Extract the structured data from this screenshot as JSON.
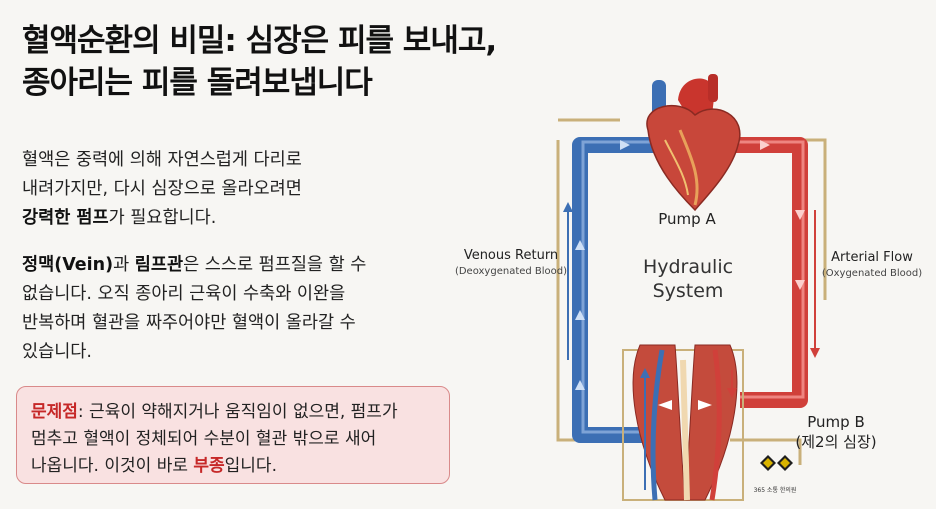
{
  "title": {
    "line1": "혈액순환의 비밀: 심장은 피를 보내고,",
    "line2": "종아리는 피를 돌려보냅니다"
  },
  "intro": {
    "line1": "혈액은 중력에 의해 자연스럽게 다리로",
    "line2": "내려가지만, 다시 심장으로 올라오려면",
    "bold": "강력한 펌프",
    "rest": "가 필요합니다."
  },
  "vein": {
    "bold1": "정맥(Vein)",
    "t1": "과 ",
    "bold2": "림프관",
    "t2": "은 스스로 펌프질을 할 수",
    "line2": "없습니다. 오직 종아리 근육이 수축와 이완을",
    "line3": "반복하며 혈관을 짜주어야만 혈액이 올라갈 수",
    "line4": "있습니다."
  },
  "problem": {
    "label": "문제점",
    "t1": ": 근육이 약해지거나 움직임이 없으면, 펌프가",
    "line2": "멈추고 혈액이 정체되어 수분이 혈관 밖으로 새어",
    "line3a": "나옵니다. 이것이 바로 ",
    "keyword": "부종",
    "line3b": "입니다."
  },
  "diagram": {
    "pump_a": "Pump A",
    "center_line1": "Hydraulic",
    "center_line2": "System",
    "venous": "Venous Return",
    "venous_sub": "(Deoxygenated Blood)",
    "arterial": "Arterial Flow",
    "arterial_sub": "(Oxygenated Blood)",
    "pump_b_line1": "Pump B",
    "pump_b_line2": "(제2의 심장)",
    "logo": "365 소통 한의원"
  },
  "colors": {
    "vein_blue": "#3c6fb4",
    "artery_red": "#d0403a",
    "accent_red": "#c62828",
    "warn_bg": "#f9e1e1",
    "frame_gold": "#c9b07a"
  }
}
